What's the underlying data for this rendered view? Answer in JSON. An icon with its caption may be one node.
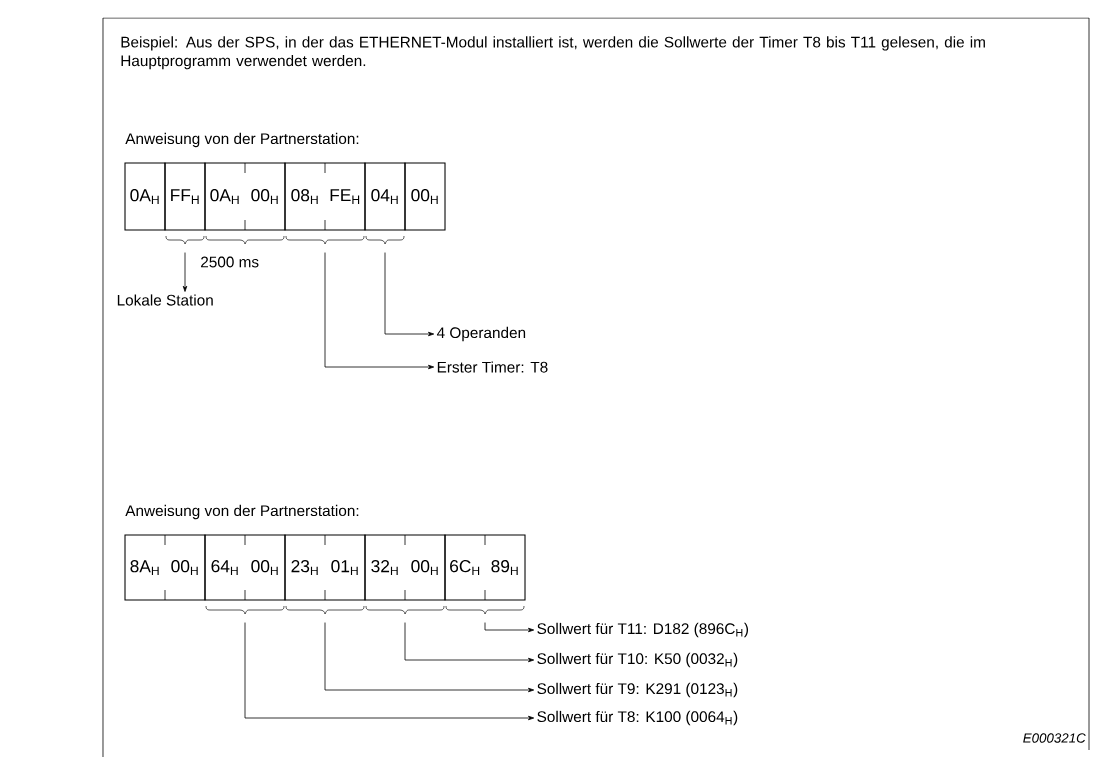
{
  "diagram": {
    "title": "Beispiel: Aus der SPS, in der das ETHERNET-Modul installiert ist, werden die Sollwerte der Timer T8 bis T11 gelesen, die im Hauptprogramm verwendet werden.",
    "nodes": [
      {
        "text": [
          "0A$_{H}$"
        ]
      },
      {
        "text": [
          "FF$_{H}$"
        ]
      },
      {
        "text": [
          "0A$_{H}$",
          "00$_{H}$"
        ]
      },
      {
        "text": [
          "08$_{H}$",
          "FE$_{H}$"
        ]
      },
      {
        "text": [
          "04$_{H}$"
        ]
      },
      {
        "text": [
          "00$_{H}$"
        ]
      },
      {
        "text": [
          "Lokale Station"
        ]
      },
      {
        "text": [
          "4 Operanden"
        ]
      },
      {
        "text": [
          "Erster Timer: T8"
        ]
      },
      {
        "text": [
          "8A$_{H}$",
          "00$_{H}$"
        ]
      },
      {
        "text": [
          "64$_{H}$",
          "00$_{H}$"
        ]
      },
      {
        "text": [
          "23$_{H}$",
          "01$_{H}$"
        ]
      },
      {
        "text": [
          "32$_{H}$",
          "00$_{H}$"
        ]
      },
      {
        "text": [
          "6C$_{H}$",
          "89$_{H}$"
        ]
      },
      {
        "text": [
          "Sollwert für T11: D182 (896C$_{H}$)"
        ]
      },
      {
        "text": [
          "Sollwert für T10: K50 (0032$_{H}$)"
        ]
      },
      {
        "text": [
          "Sollwert für T9: K291 (0123$_{H}$)"
        ]
      },
      {
        "text": [
          "Sollwert für T8: K100 (0064$_{H}$)"
        ]
      }
    ],
    "edges": [
      {
        "from": 1,
        "to": 6,
        "arrow": "to"
      },
      {
        "from": 4,
        "to": 7,
        "arrow": "to"
      },
      {
        "from": 3,
        "to": 8,
        "arrow": "to"
      },
      {
        "from": 13,
        "to": 14,
        "arrow": "to"
      },
      {
        "from": 12,
        "to": 15,
        "arrow": "to"
      },
      {
        "from": 11,
        "to": 16,
        "arrow": "to"
      },
      {
        "from": 10,
        "to": 17,
        "arrow": "to"
      }
    ],
    "labels": [
      "Anweisung von der Partnerstation:",
      "2500 ms",
      "Anweisung von der Partnerstation:",
      "E000321C"
    ]
  }
}
